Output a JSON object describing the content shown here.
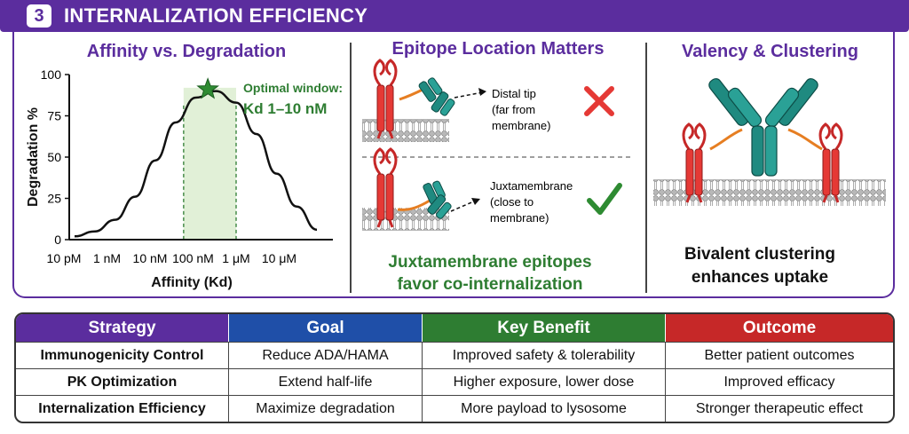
{
  "banner": {
    "number": "3",
    "title": "INTERNALIZATION EFFICIENCY"
  },
  "panel1": {
    "title": "Affinity vs. Degradation",
    "annotation_line1": "Optimal window:",
    "annotation_line2": "Kd 1–10 nM"
  },
  "chart_data": {
    "type": "line",
    "title": "Affinity vs. Degradation",
    "xlabel": "Affinity (Kd)",
    "ylabel": "Degradation %",
    "x_ticks": [
      "10 pM",
      "1 nM",
      "10 nM",
      "100 nM",
      "1 μM",
      "10 μM"
    ],
    "y_ticks": [
      "0",
      "25",
      "50",
      "75",
      "100"
    ],
    "ylim": [
      0,
      100
    ],
    "x": [
      -11,
      -10.5,
      -10,
      -9.5,
      -9,
      -8.5,
      -8,
      -7.5,
      -7,
      -6.5,
      -6,
      -5.5,
      -5
    ],
    "series": [
      {
        "values": [
          2,
          5,
          12,
          26,
          48,
          71,
          86,
          90,
          83,
          64,
          40,
          20,
          6
        ]
      }
    ],
    "optimal_window": [
      -8.3,
      -7.0
    ],
    "peak": {
      "x": -7.7,
      "y": 90
    },
    "grid": false
  },
  "panel2": {
    "title": "Epitope Location Matters",
    "top_label_1": "Distal tip",
    "top_label_2": "(far from",
    "top_label_3": "membrane)",
    "bottom_label_1": "Juxtamembrane",
    "bottom_label_2": "(close to",
    "bottom_label_3": "membrane)",
    "conclusion_1": "Juxtamembrane epitopes",
    "conclusion_2": "favor co-internalization"
  },
  "panel3": {
    "title": "Valency & Clustering",
    "caption_1": "Bivalent clustering",
    "caption_2": "enhances uptake"
  },
  "colors": {
    "purple": "#5b2d9e",
    "blue": "#1f4fa8",
    "green": "#2e7d32",
    "red": "#c62828",
    "receptor": "#d32f2f",
    "antibody": "#1f8a80"
  },
  "table": {
    "headers": [
      "Strategy",
      "Goal",
      "Key Benefit",
      "Outcome"
    ],
    "rows": [
      [
        "Immunogenicity Control",
        "Reduce ADA/HAMA",
        "Improved safety & tolerability",
        "Better patient outcomes"
      ],
      [
        "PK Optimization",
        "Extend half-life",
        "Higher exposure, lower dose",
        "Improved efficacy"
      ],
      [
        "Internalization Efficiency",
        "Maximize degradation",
        "More payload to lysosome",
        "Stronger therapeutic effect"
      ]
    ]
  }
}
